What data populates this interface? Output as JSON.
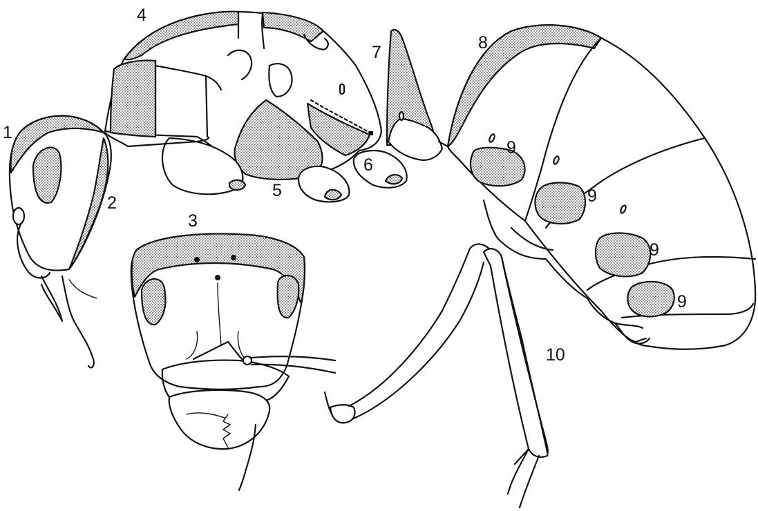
{
  "labels": {
    "l1": "1",
    "l2": "2",
    "l3": "3",
    "l4": "4",
    "l5": "5",
    "l6": "6",
    "l7": "7",
    "l8": "8",
    "l9a": "9",
    "l9b": "9",
    "l9c": "9",
    "l9d": "9",
    "l10": "10"
  },
  "colors": {
    "ink": "#111111",
    "stipple": "#7a7a7a",
    "paper": "#ffffff"
  }
}
